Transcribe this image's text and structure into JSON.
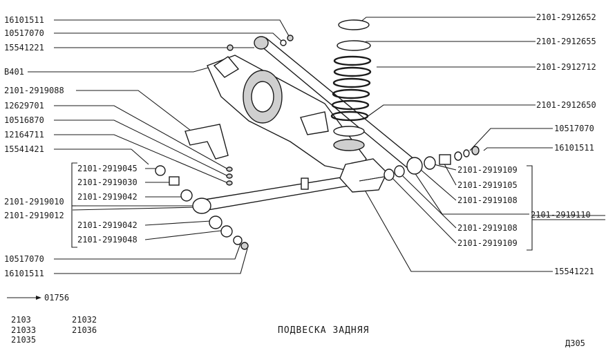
{
  "title": "ПОДВЕСКА ЗАДНЯЯ",
  "page_code": "Д305",
  "reference": "01756",
  "models": [
    "2103",
    "21032",
    "21033",
    "21036",
    "21035"
  ],
  "callouts": {
    "l1": "16101511",
    "l2": "10517070",
    "l3": "15541221",
    "l4": "В401",
    "l5": "2101-2919088",
    "l6": "12629701",
    "l7": "10516870",
    "l8": "12164711",
    "l9": "15541421",
    "l10": "2101-2919045",
    "l11": "2101-2919030",
    "l12": "2101-2919042",
    "l13": "2101-2919010",
    "l14": "2101-2919012",
    "l15": "2101-2919042",
    "l16": "2101-2919048",
    "l17": "10517070",
    "l18": "16101511",
    "r1": "2101-2912652",
    "r2": "2101-2912655",
    "r3": "2101-2912712",
    "r4": "2101-2912650",
    "r5": "10517070",
    "r6": "16101511",
    "r7": "2101-2919109",
    "r8": "2101-2919105",
    "r9": "2101-2919108",
    "r10": "2101-2919110",
    "r11": "2101-2919108",
    "r12": "2101-2919109",
    "r13": "15541221"
  }
}
